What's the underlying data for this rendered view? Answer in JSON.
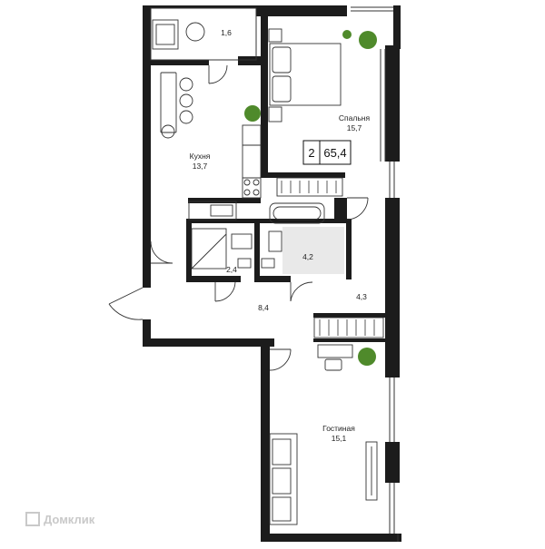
{
  "plan": {
    "room_count": "2",
    "total_area": "65,4",
    "rooms": {
      "balcony": {
        "area": "1,6"
      },
      "bedroom": {
        "name": "Спальня",
        "area": "15,7"
      },
      "kitchen": {
        "name": "Кухня",
        "area": "13,7"
      },
      "bathroom": {
        "area": "4,2"
      },
      "toilet": {
        "area": "2,4"
      },
      "hallway": {
        "area": "8,4"
      },
      "corridor": {
        "area": "4,3"
      },
      "living": {
        "name": "Гостиная",
        "area": "15,1"
      }
    }
  },
  "watermark": {
    "text": "Домклик"
  },
  "colors": {
    "wall": "#1c1c1c",
    "line": "#333333",
    "plant": "#4f8a2b",
    "tile": "#e9e9e9"
  }
}
